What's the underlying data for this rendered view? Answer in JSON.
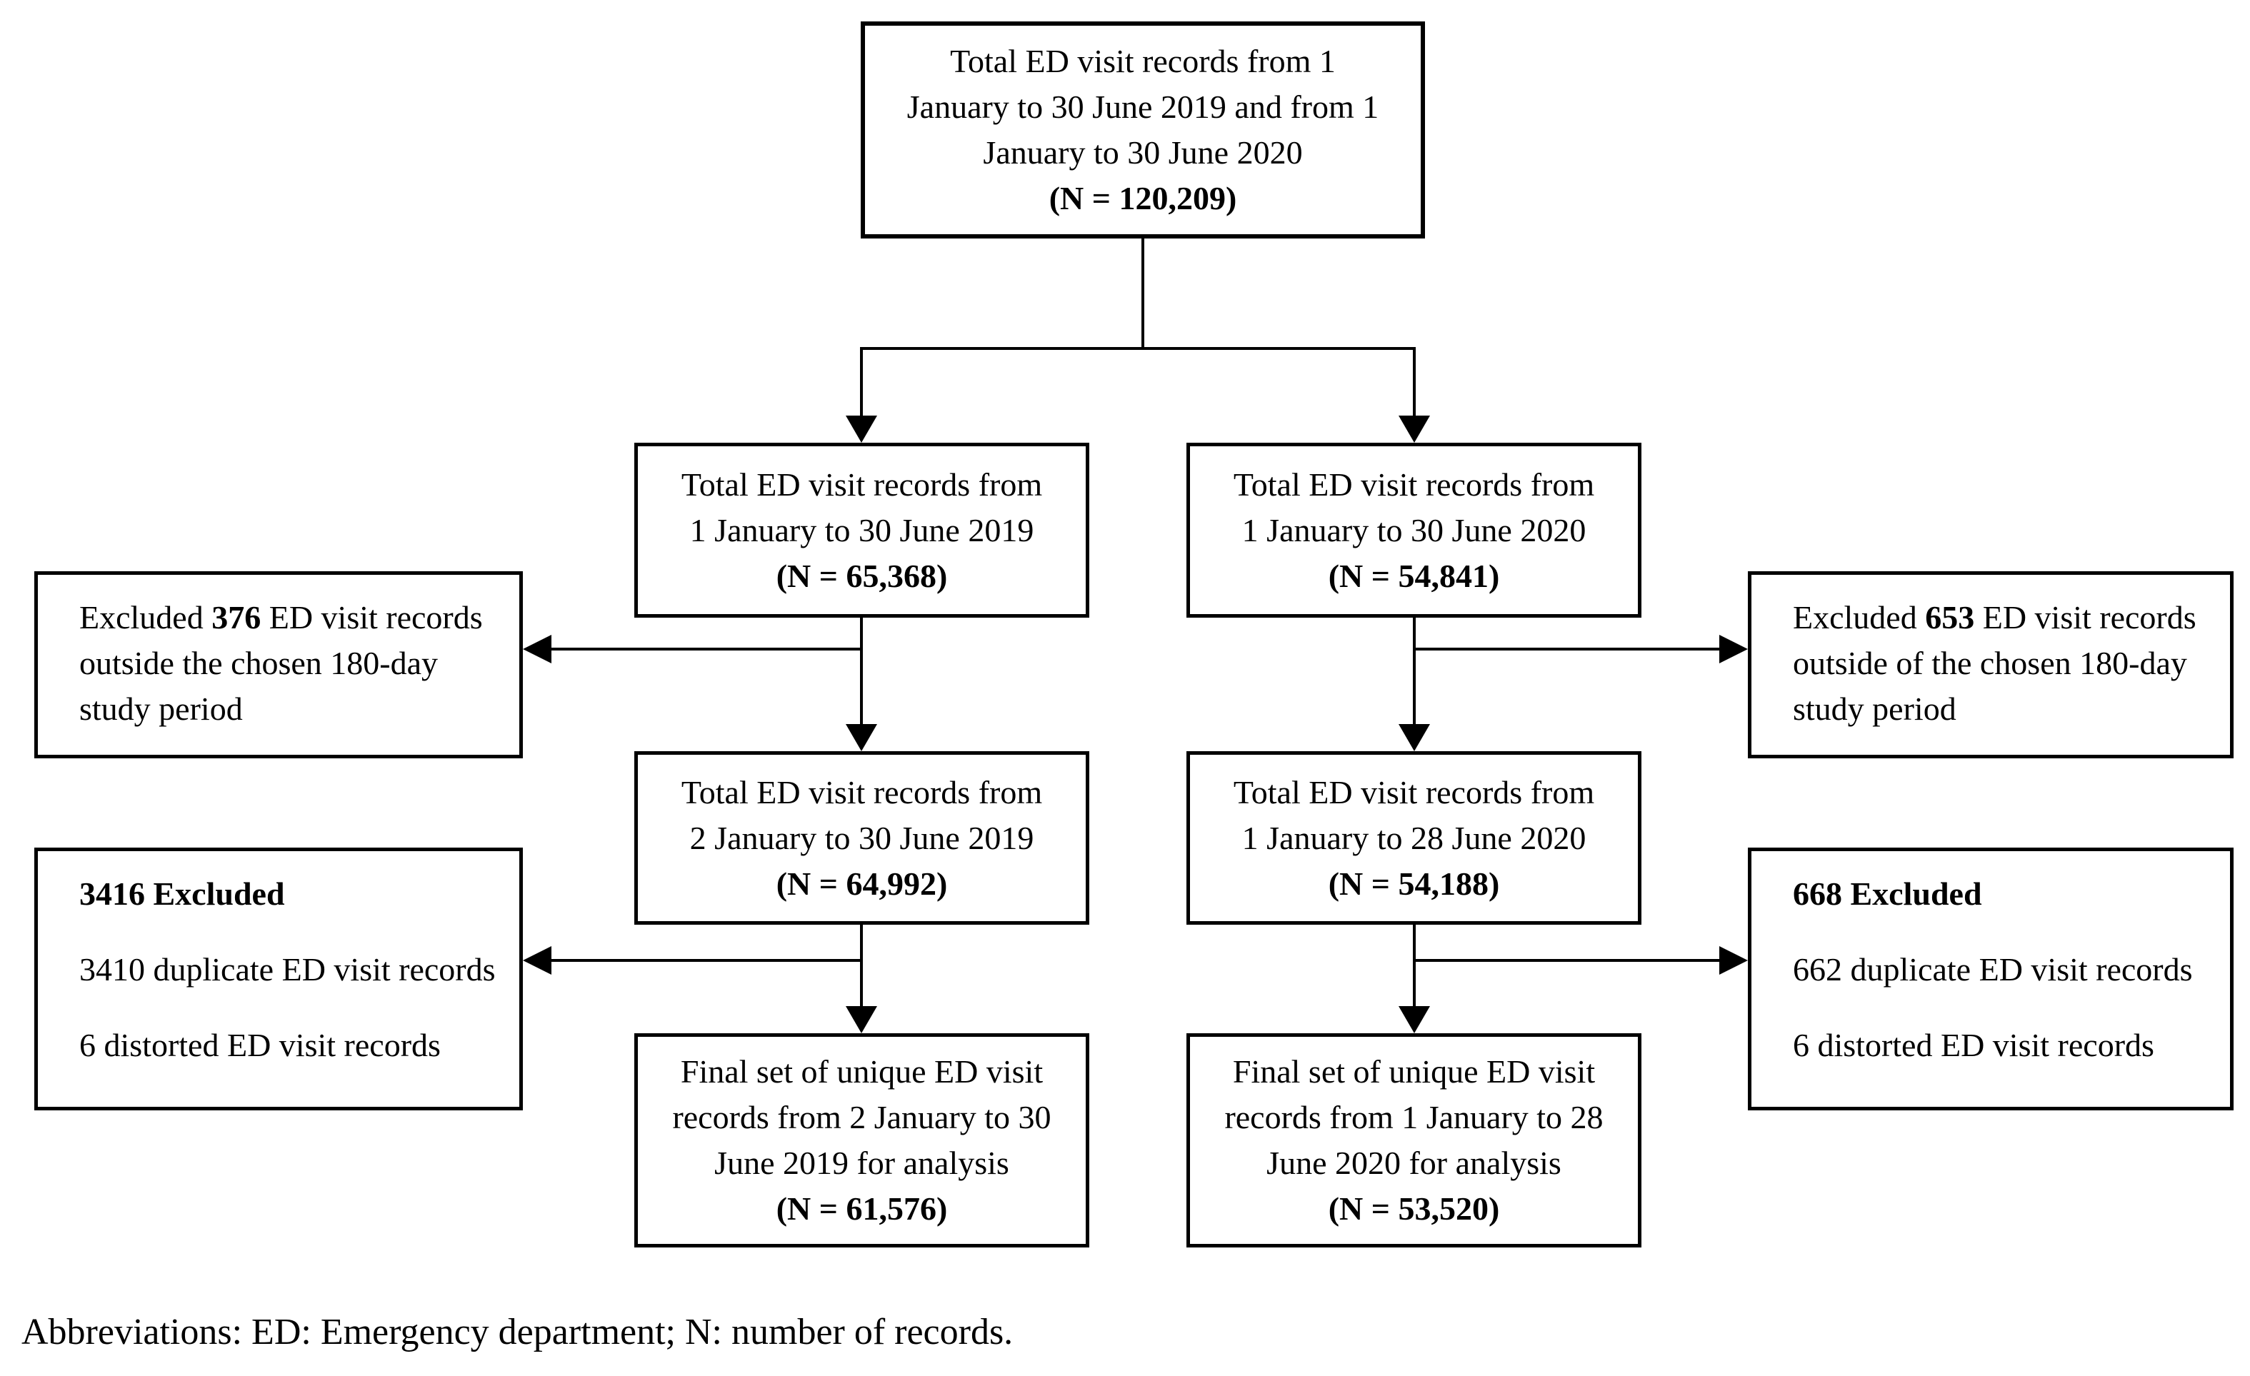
{
  "flow": {
    "top": {
      "lines": [
        "Total ED visit records from 1",
        "January to 30 June 2019 and from 1",
        "January to 30 June 2020"
      ],
      "n": "(N = 120,209)"
    },
    "total2019": {
      "lines": [
        "Total ED visit records from",
        "1 January to 30 June 2019"
      ],
      "n": "(N = 65,368)"
    },
    "total2020": {
      "lines": [
        "Total ED visit records from",
        "1 January to 30 June 2020"
      ],
      "n": "(N = 54,841)"
    },
    "excl_period_2019": {
      "line1_pre": "Excluded ",
      "count": "376",
      "line1_post": " ED visit records",
      "line2": "outside the chosen 180-day",
      "line3": "study period"
    },
    "excl_period_2020": {
      "line1_pre": "Excluded ",
      "count": "653",
      "line1_post": " ED visit records",
      "line2": "outside of the chosen 180-day",
      "line3": "study period"
    },
    "trimmed2019": {
      "lines": [
        "Total ED visit records from",
        "2 January to 30 June 2019"
      ],
      "n": "(N = 64,992)"
    },
    "trimmed2020": {
      "lines": [
        "Total ED visit records from",
        "1 January to 28 June 2020"
      ],
      "n": "(N = 54,188)"
    },
    "excl_dup_2019": {
      "title": "3416 Excluded",
      "items": [
        "3410 duplicate ED visit records",
        "6 distorted ED visit records"
      ]
    },
    "excl_dup_2020": {
      "title": "668 Excluded",
      "items": [
        "662 duplicate ED visit records",
        "6 distorted ED visit records"
      ]
    },
    "final2019": {
      "lines": [
        "Final set of unique ED visit",
        "records from 2 January to 30",
        "June 2019 for analysis"
      ],
      "n": "(N = 61,576)"
    },
    "final2020": {
      "lines": [
        "Final set of unique ED visit",
        "records from 1 January to 28",
        "June 2020 for analysis"
      ],
      "n": "(N = 53,520)"
    },
    "footnote": "Abbreviations: ED: Emergency department; N: number of records.",
    "colors": {
      "line": "#000000",
      "background": "#ffffff"
    }
  }
}
